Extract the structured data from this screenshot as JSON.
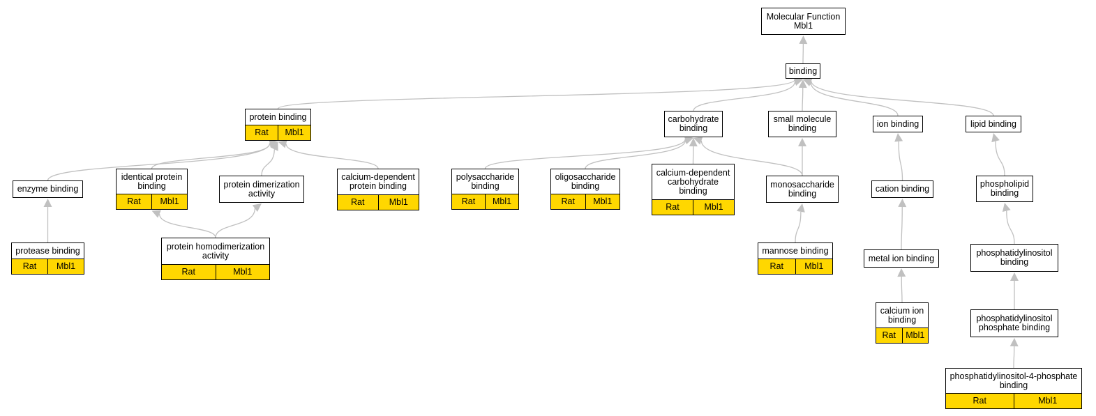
{
  "nodes": {
    "mf": {
      "label": "Molecular Function\nMbl1",
      "tags": []
    },
    "binding": {
      "label": "binding",
      "tags": []
    },
    "protein_binding": {
      "label": "protein binding",
      "tags": [
        "Rat",
        "Mbl1"
      ]
    },
    "carbohydrate_binding": {
      "label": "carbohydrate\nbinding",
      "tags": []
    },
    "small_molecule_binding": {
      "label": "small molecule\nbinding",
      "tags": []
    },
    "ion_binding": {
      "label": "ion binding",
      "tags": []
    },
    "lipid_binding": {
      "label": "lipid binding",
      "tags": []
    },
    "enzyme_binding": {
      "label": "enzyme binding",
      "tags": []
    },
    "identical_protein_binding": {
      "label": "identical protein\nbinding",
      "tags": [
        "Rat",
        "Mbl1"
      ]
    },
    "protein_dimerization_activity": {
      "label": "protein dimerization\nactivity",
      "tags": []
    },
    "calcium_dependent_protein_binding": {
      "label": "calcium-dependent\nprotein binding",
      "tags": [
        "Rat",
        "Mbl1"
      ]
    },
    "polysaccharide_binding": {
      "label": "polysaccharide\nbinding",
      "tags": [
        "Rat",
        "Mbl1"
      ]
    },
    "oligosaccharide_binding": {
      "label": "oligosaccharide\nbinding",
      "tags": [
        "Rat",
        "Mbl1"
      ]
    },
    "calcium_dependent_carbohydrate_binding": {
      "label": "calcium-dependent\ncarbohydrate\nbinding",
      "tags": [
        "Rat",
        "Mbl1"
      ]
    },
    "monosaccharide_binding": {
      "label": "monosaccharide\nbinding",
      "tags": []
    },
    "cation_binding": {
      "label": "cation binding",
      "tags": []
    },
    "phospholipid_binding": {
      "label": "phospholipid\nbinding",
      "tags": []
    },
    "protease_binding": {
      "label": "protease binding",
      "tags": [
        "Rat",
        "Mbl1"
      ]
    },
    "protein_homodimerization_activity": {
      "label": "protein homodimerization\nactivity",
      "tags": [
        "Rat",
        "Mbl1"
      ]
    },
    "mannose_binding": {
      "label": "mannose binding",
      "tags": [
        "Rat",
        "Mbl1"
      ]
    },
    "metal_ion_binding": {
      "label": "metal ion binding",
      "tags": []
    },
    "phosphatidylinositol_binding": {
      "label": "phosphatidylinositol\nbinding",
      "tags": []
    },
    "calcium_ion_binding": {
      "label": "calcium ion\nbinding",
      "tags": [
        "Rat",
        "Mbl1"
      ]
    },
    "phosphatidylinositol_phosphate_binding": {
      "label": "phosphatidylinositol\nphosphate binding",
      "tags": []
    },
    "phosphatidylinositol_4_phosphate_binding": {
      "label": "phosphatidylinositol-4-phosphate\nbinding",
      "tags": [
        "Rat",
        "Mbl1"
      ]
    }
  },
  "edges": [
    [
      "binding",
      "mf"
    ],
    [
      "protein_binding",
      "binding"
    ],
    [
      "carbohydrate_binding",
      "binding"
    ],
    [
      "small_molecule_binding",
      "binding"
    ],
    [
      "ion_binding",
      "binding"
    ],
    [
      "lipid_binding",
      "binding"
    ],
    [
      "enzyme_binding",
      "protein_binding"
    ],
    [
      "identical_protein_binding",
      "protein_binding"
    ],
    [
      "protein_dimerization_activity",
      "protein_binding"
    ],
    [
      "calcium_dependent_protein_binding",
      "protein_binding"
    ],
    [
      "polysaccharide_binding",
      "carbohydrate_binding"
    ],
    [
      "oligosaccharide_binding",
      "carbohydrate_binding"
    ],
    [
      "calcium_dependent_carbohydrate_binding",
      "carbohydrate_binding"
    ],
    [
      "monosaccharide_binding",
      "carbohydrate_binding"
    ],
    [
      "monosaccharide_binding",
      "small_molecule_binding"
    ],
    [
      "cation_binding",
      "ion_binding"
    ],
    [
      "phospholipid_binding",
      "lipid_binding"
    ],
    [
      "protease_binding",
      "enzyme_binding"
    ],
    [
      "protein_homodimerization_activity",
      "identical_protein_binding"
    ],
    [
      "protein_homodimerization_activity",
      "protein_dimerization_activity"
    ],
    [
      "mannose_binding",
      "monosaccharide_binding"
    ],
    [
      "metal_ion_binding",
      "cation_binding"
    ],
    [
      "phosphatidylinositol_binding",
      "phospholipid_binding"
    ],
    [
      "calcium_ion_binding",
      "metal_ion_binding"
    ],
    [
      "phosphatidylinositol_phosphate_binding",
      "phosphatidylinositol_binding"
    ],
    [
      "phosphatidylinositol_4_phosphate_binding",
      "phosphatidylinositol_phosphate_binding"
    ]
  ],
  "colors": {
    "annotation_fill": "#ffd700",
    "edge": "#c0c0c0",
    "border": "#000000"
  }
}
